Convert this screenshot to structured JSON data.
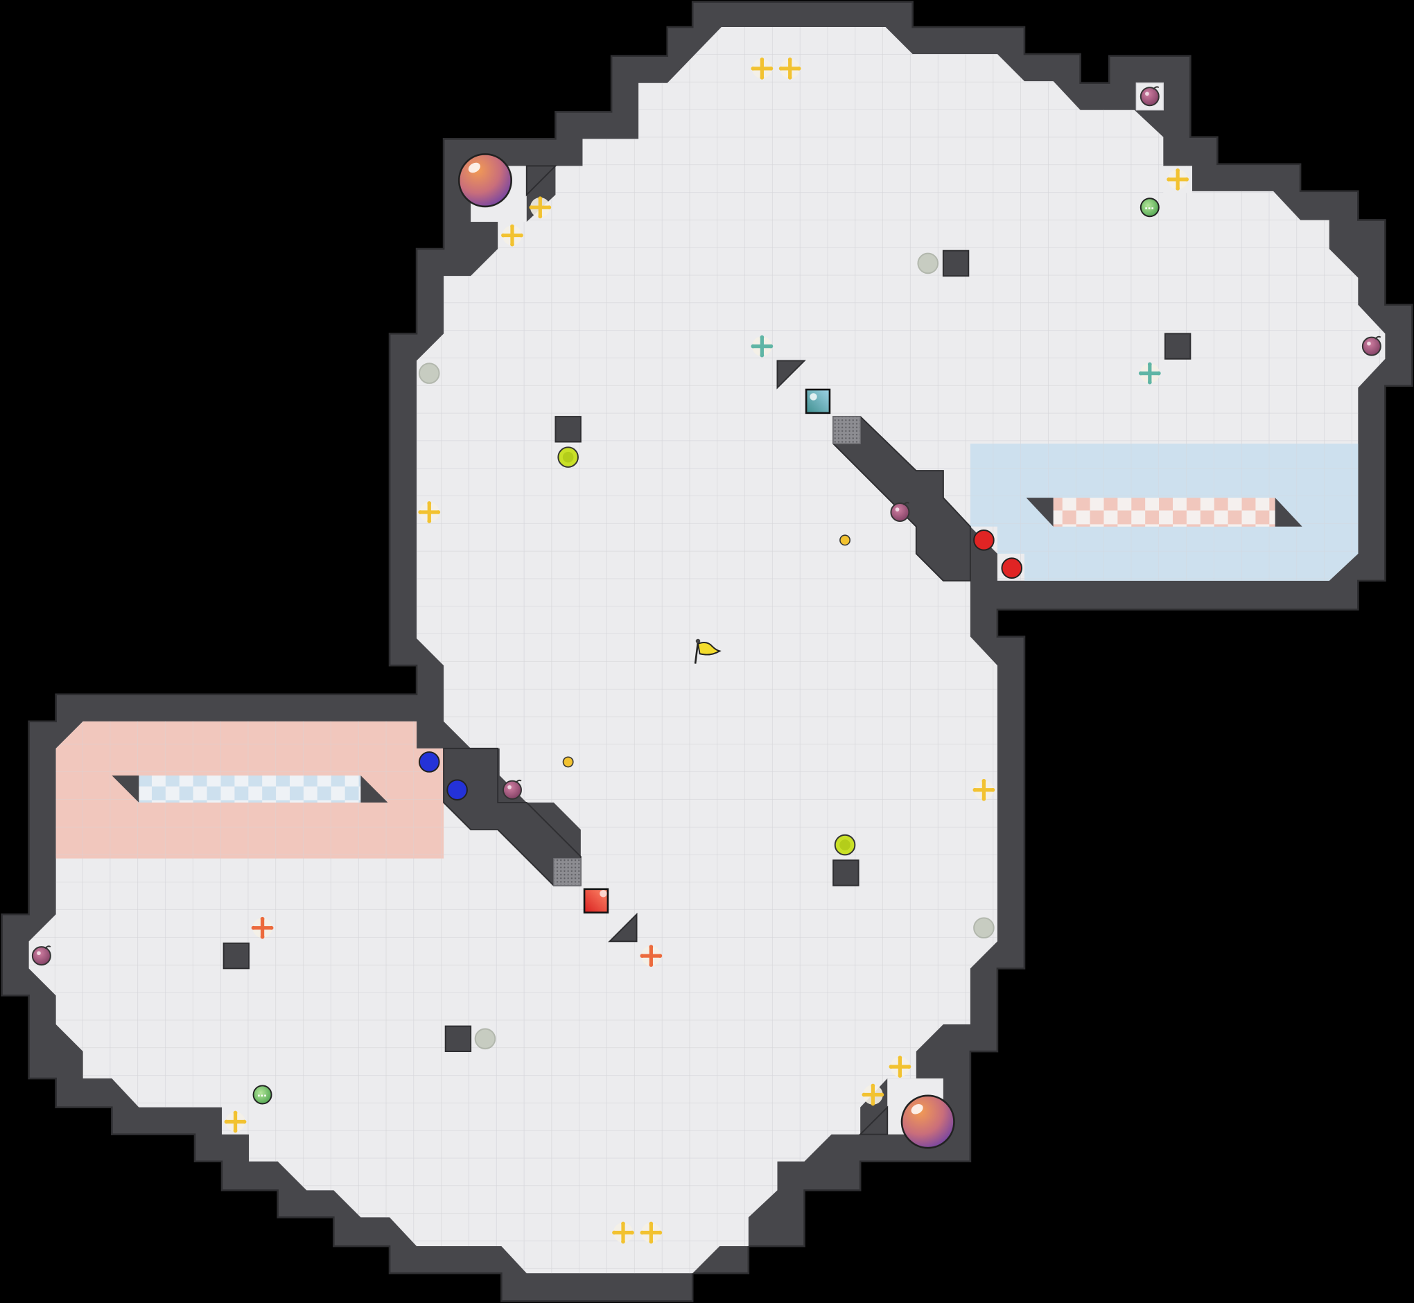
{
  "map": {
    "colors": {
      "background": "#000000",
      "wall": "#47474b",
      "wall_edge": "#2e2e31",
      "floor": "#ececee",
      "grid": "#d5d5d9",
      "red_zone": "#f1c7bd",
      "blue_zone": "#cde0ee",
      "red_team": "#e02424",
      "blue_team": "#2432d8",
      "boost": "#f2c230",
      "red_boost": "#ec6a3c",
      "blue_boost": "#5fb5a5",
      "button": "#c9e027",
      "bomb": "#9a4d78",
      "portal": "#b8bfae",
      "flag": "#f3dc2d"
    },
    "elements": {
      "neutral_flag": "flag-icon",
      "red_endzone": "red-endzone",
      "blue_endzone": "blue-endzone",
      "red_gate": "red-gate",
      "blue_gate": "blue-gate",
      "powerup": "powerup-orb",
      "boost": "boost-pad",
      "bomb": "bomb",
      "button": "button",
      "spike_trap": "spike-trap",
      "portal": "portal",
      "mars_ball": "mars-ball",
      "red_spawn": "red-spawn",
      "blue_spawn": "blue-spawn"
    }
  }
}
